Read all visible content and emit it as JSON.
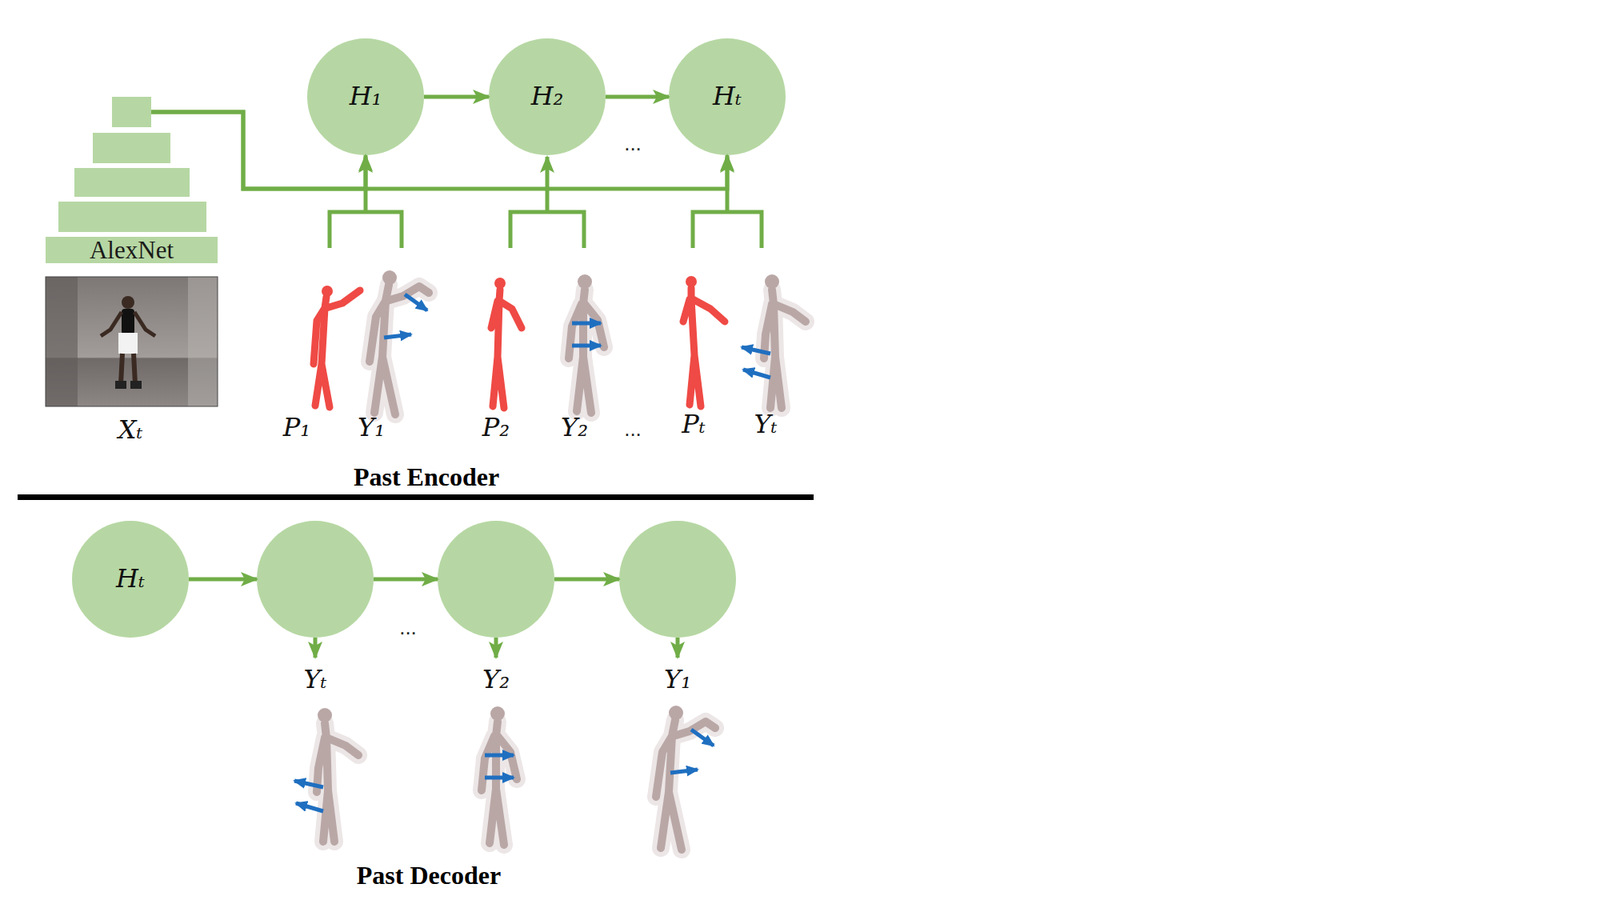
{
  "diagram": {
    "nodes": [
      {
        "text": [
          "AlexNet"
        ]
      },
      {
        "text": [
          "H₁"
        ]
      },
      {
        "text": [
          "H₂"
        ]
      },
      {
        "text": [
          "Hₜ"
        ]
      },
      {
        "text": [
          "Hₜ"
        ]
      },
      {
        "text": []
      },
      {
        "text": []
      },
      {
        "text": []
      }
    ],
    "edges": [
      {
        "from": 0,
        "to": 1,
        "arrow": "to"
      },
      {
        "from": 0,
        "to": 3,
        "arrow": "to"
      },
      {
        "from": 1,
        "to": 2,
        "arrow": "to"
      },
      {
        "from": 2,
        "to": 3,
        "arrow": "to"
      },
      {
        "from": 4,
        "to": 5,
        "arrow": "to"
      },
      {
        "from": 5,
        "to": 6,
        "arrow": "to"
      },
      {
        "from": 6,
        "to": 7,
        "arrow": "to"
      }
    ],
    "labels": [
      "...",
      "Xₜ",
      "P₁",
      "Y₁",
      "P₂",
      "Y₂",
      "...",
      "Pₜ",
      "Yₜ",
      "Past Encoder",
      "...",
      "Yₜ",
      "Y₂",
      "Y₁",
      "Past Decoder"
    ]
  }
}
